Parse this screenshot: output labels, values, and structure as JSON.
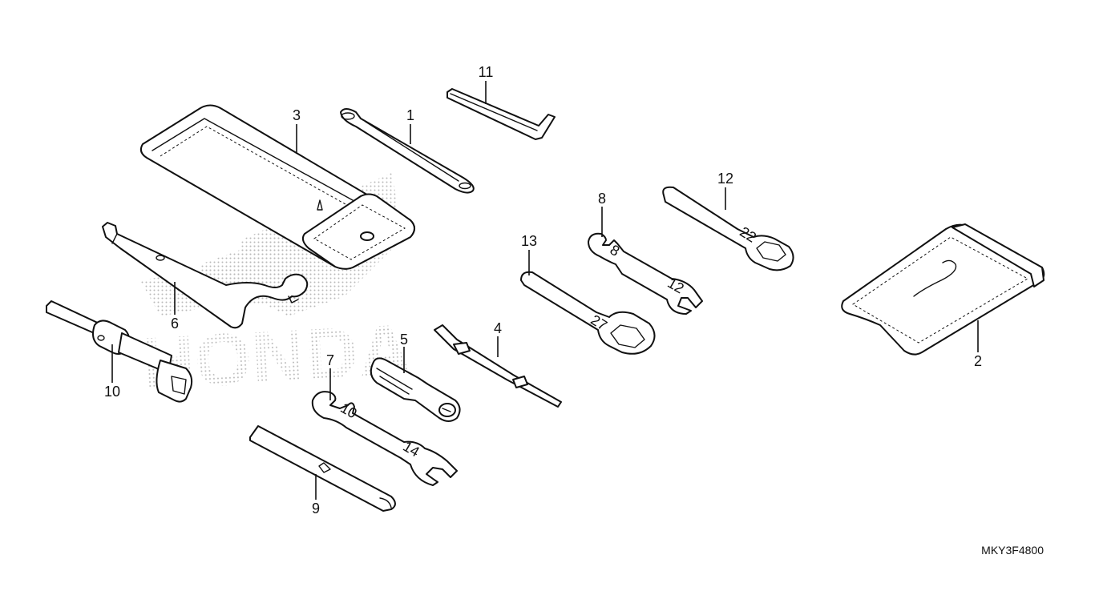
{
  "diagram": {
    "drawing_code": "MKY3F4800",
    "watermark_text": "HONDA",
    "callouts": [
      "1",
      "2",
      "3",
      "4",
      "5",
      "6",
      "7",
      "8",
      "9",
      "10",
      "11",
      "12",
      "13"
    ],
    "wrench_marks": {
      "part7": [
        "10",
        "14"
      ],
      "part8": [
        "8",
        "12"
      ],
      "part12": [
        "22"
      ],
      "part13": [
        "27"
      ]
    }
  }
}
